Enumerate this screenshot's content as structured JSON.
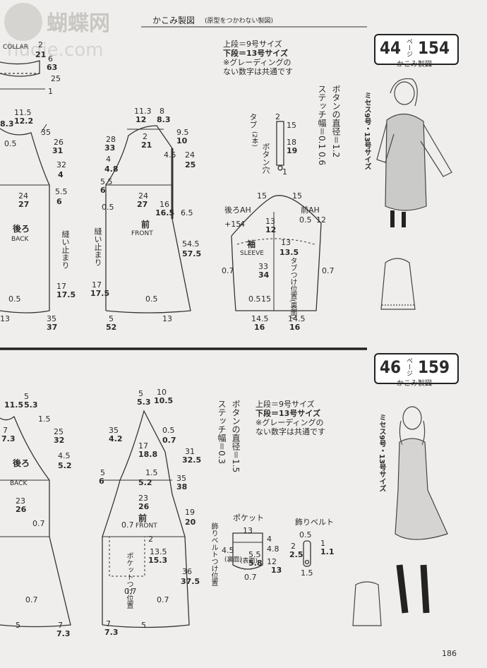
{
  "header": {
    "watermark_cn": "蝴蝶网",
    "watermark_url": "hudie.com",
    "title": "かこみ製図",
    "subtitle": "(原型をつかわない製図)"
  },
  "top": {
    "badge": {
      "page": "44",
      "unit": "ページ",
      "no": "154",
      "label": "かこみ製図"
    },
    "notes": [
      "上段＝9号サイズ",
      "下段＝13号サイズ",
      "※グレーディングの",
      "ない数字は共通です"
    ],
    "button_note": "ボタンの直径＝1.2",
    "stitch_note": "ステッチ幅＝0.1 0.6",
    "size_label": "ミセス9号・13号サイズ",
    "collar": {
      "label": "COLLAR",
      "v1": "2",
      "v2": "21",
      "v3": "6",
      "v4": "63",
      "v5": "25",
      "v6": "1"
    },
    "back": {
      "jp": "後ろ",
      "en": "BACK",
      "tuck": "縫い止まり",
      "n": [
        "11.5",
        "12.2",
        "35",
        "26",
        "31",
        "0.5",
        "32",
        "4",
        "24",
        "27",
        "5.5",
        "6",
        "17",
        "17.5",
        "0.5",
        "35",
        "37",
        "13",
        "8.3"
      ]
    },
    "front": {
      "jp": "前",
      "en": "FRONT",
      "tuck": "縫い止まり",
      "n": [
        "11.3",
        "12",
        "8",
        "8.3",
        "28",
        "33",
        "9.5",
        "10",
        "2",
        "21",
        "4.5",
        "24",
        "25",
        "4",
        "4.8",
        "5.5",
        "6",
        "24",
        "27",
        "0.5",
        "16",
        "16.5",
        "6.5",
        "17",
        "17.5",
        "0.5",
        "54.5",
        "57.5",
        "5",
        "52",
        "13"
      ]
    },
    "tab": {
      "label": "タブ",
      "count": "(2本)",
      "hole": "ボタン穴",
      "n": [
        "2",
        "15",
        "18",
        "19",
        "1"
      ]
    },
    "sleeve": {
      "jp": "袖",
      "en": "SLEEVE",
      "back_ah": "後ろAH",
      "front_ah": "前AH",
      "n": [
        "15",
        "15",
        "0.5",
        "4",
        "12",
        "13",
        "12",
        "+15",
        "13",
        "13.5",
        "33",
        "34",
        "0.7",
        "0.7",
        "0.5",
        "15",
        "14.5",
        "16",
        "14.5",
        "16"
      ],
      "pos": "タブつけ位置(裏面)"
    }
  },
  "bottom": {
    "badge": {
      "page": "46",
      "unit": "ページ",
      "no": "159",
      "label": "かこみ製図"
    },
    "notes": [
      "上段＝9号サイズ",
      "下段＝13号サイズ",
      "※グレーディングの",
      "ない数字は共通です"
    ],
    "button_note": "ボタンの直径＝1.5",
    "stitch_note": "ステッチ幅＝0.3",
    "size_label": "ミセス9号・13号サイズ",
    "back": {
      "jp": "後ろ",
      "en": "BACK",
      "n": [
        "11.5",
        "5",
        "5.3",
        "1.5",
        "7",
        "7.3",
        "25",
        "32",
        "4.5",
        "5.2",
        "23",
        "26",
        "0.7",
        "0.7",
        "5",
        "7",
        "7.3"
      ]
    },
    "front": {
      "jp": "前",
      "en": "FRONT",
      "n": [
        "10",
        "5",
        "5.3",
        "10.5",
        "35",
        "4.2",
        "0.5",
        "0.7",
        "17",
        "18.8",
        "31",
        "32.5",
        "5",
        "6",
        "1.5",
        "5.2",
        "35",
        "38",
        "23",
        "26",
        "19",
        "20",
        "0.7",
        "2",
        "13.5",
        "15.3",
        "36",
        "37.5",
        "0.7",
        "0.7",
        "7",
        "7.3",
        "5"
      ]
    },
    "pocket": {
      "title": "ポケット",
      "n": [
        "13",
        "4",
        "4.5",
        "4.8",
        "5.5",
        "5.8",
        "12",
        "13",
        "0.7"
      ],
      "side": "(表面)",
      "side2": "(裏面)"
    },
    "pocket_pos": "ポケットつけ位置",
    "belt": {
      "title": "飾りベルト",
      "n": [
        "0.5",
        "2",
        "2.5",
        "1",
        "1.1",
        "1.5"
      ]
    },
    "belt_pos": "飾りベルトつけ位置"
  },
  "page_number": "186"
}
